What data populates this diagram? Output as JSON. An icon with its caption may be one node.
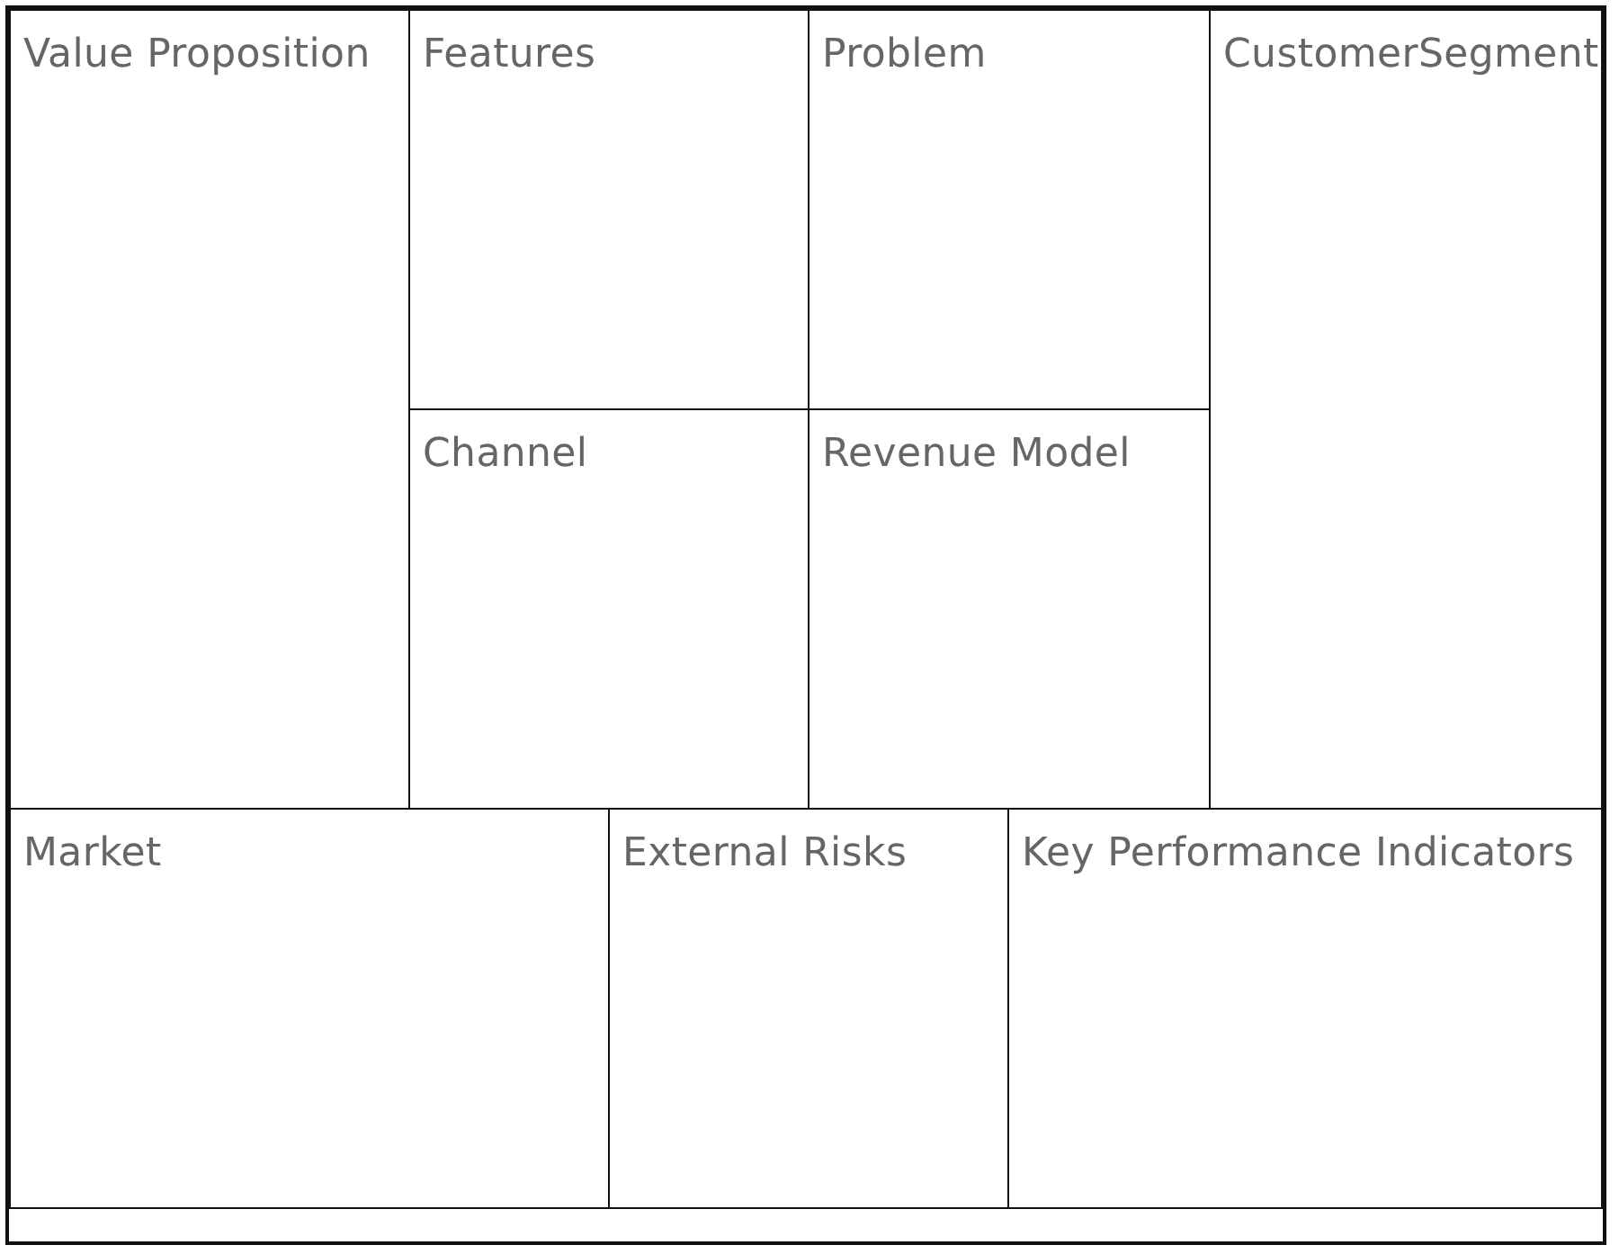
{
  "diagram": {
    "nodes": [
      {
        "text": [
          "Value Proposition"
        ]
      },
      {
        "text": [
          "Features"
        ]
      },
      {
        "text": [
          "Problem"
        ]
      },
      {
        "text": [
          "CustomerSegment"
        ]
      },
      {
        "text": [
          "Channel"
        ]
      },
      {
        "text": [
          "Revenue Model"
        ]
      },
      {
        "text": [
          "Market"
        ]
      },
      {
        "text": [
          "External Risks"
        ]
      },
      {
        "text": [
          "Key Performance Indicators"
        ]
      }
    ]
  }
}
